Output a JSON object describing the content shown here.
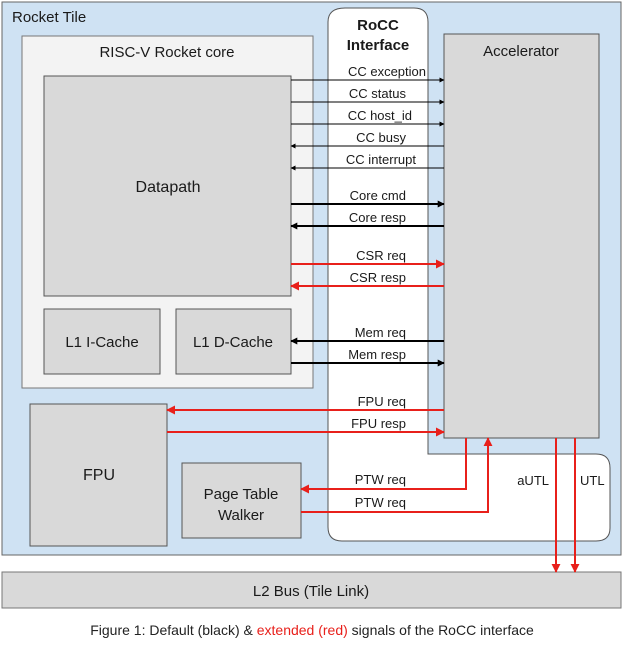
{
  "tile_label": "Rocket Tile",
  "rocc": {
    "line1": "RoCC",
    "line2": "Interface"
  },
  "core_label": "RISC-V Rocket core",
  "accelerator_label": "Accelerator",
  "datapath_label": "Datapath",
  "icache_label": "L1 I-Cache",
  "dcache_label": "L1 D-Cache",
  "fpu_label": "FPU",
  "ptw": {
    "line1": "Page Table",
    "line2": "Walker"
  },
  "bus_label": "L2 Bus (Tile Link)",
  "signals": {
    "cc_exception": "CC exception",
    "cc_status": "CC status",
    "cc_host_id": "CC host_id",
    "cc_busy": "CC busy",
    "cc_interrupt": "CC interrupt",
    "core_cmd": "Core cmd",
    "core_resp": "Core resp",
    "csr_req": "CSR req",
    "csr_resp": "CSR resp",
    "mem_req": "Mem req",
    "mem_resp": "Mem resp",
    "fpu_req": "FPU req",
    "fpu_resp": "FPU resp",
    "ptw_req_1": "PTW req",
    "ptw_req_2": "PTW req",
    "autl": "aUTL",
    "utl": "UTL"
  },
  "caption": {
    "prefix": "Figure 1: Default (black) & ",
    "highlight": "extended (red)",
    "suffix": " signals of the RoCC interface"
  },
  "colors": {
    "tile_fill": "#cfe2f3",
    "block_fill": "#d9d9d9",
    "default_signal": "#000000",
    "extended_signal": "#e8201b"
  }
}
